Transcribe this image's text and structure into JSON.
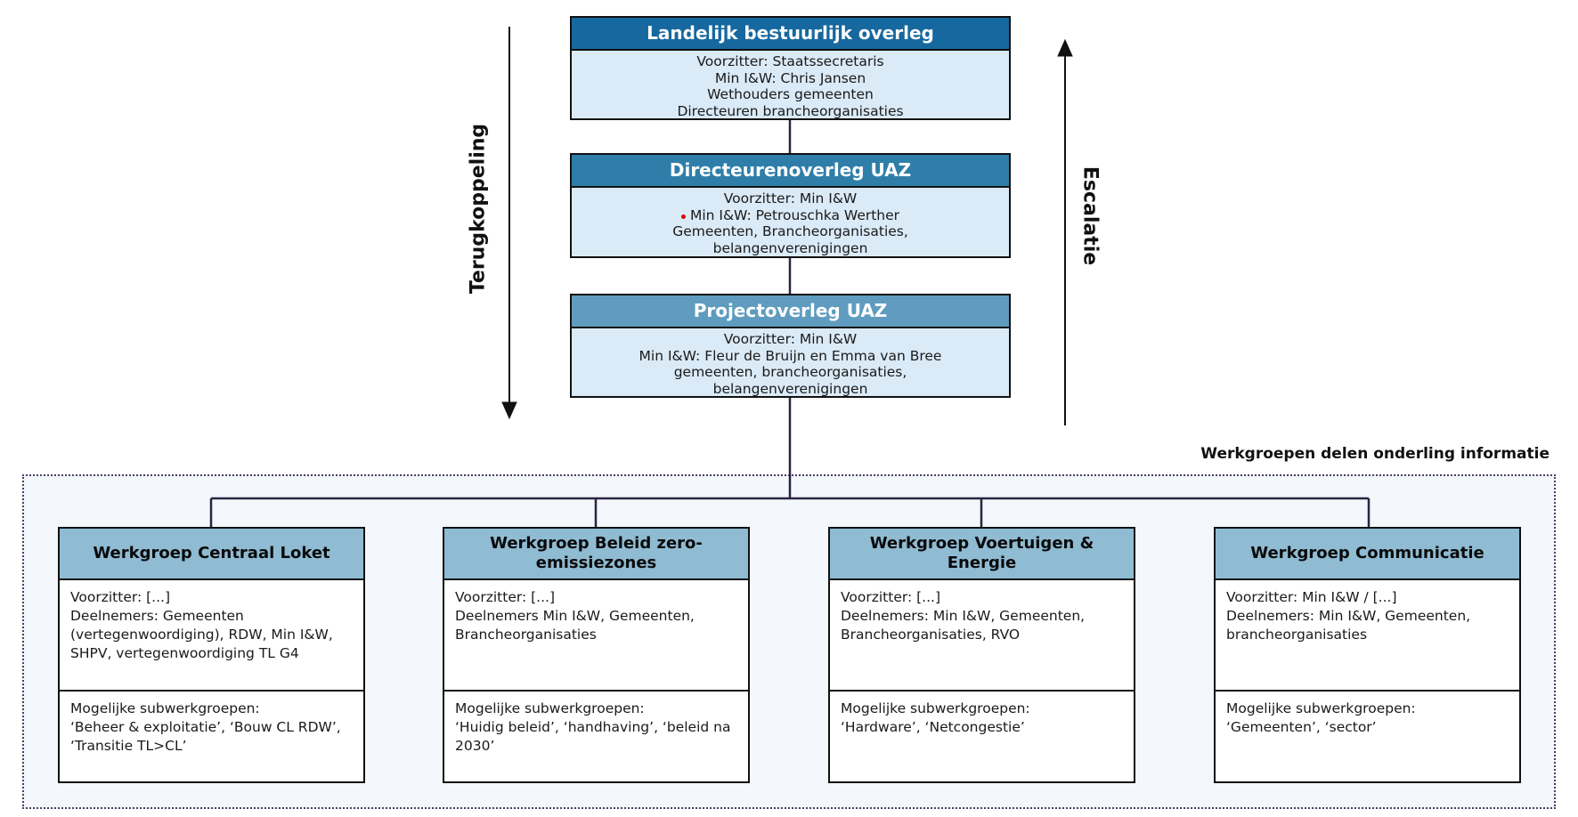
{
  "colors": {
    "header_dark_blue": "#16689e",
    "header_medium_blue": "#2f7ea9",
    "header_steel_blue": "#5f9cbf",
    "overleg_body_fill": "#daeaf7",
    "workgroup_header_fill": "#8fbbd3",
    "box_border": "#111111",
    "connector_line": "#2a2440",
    "dashed_border": "#4a3f63",
    "workgroups_area_fill": "#f4f7fb",
    "red_dot": "#dd0000"
  },
  "overleg_boxes": [
    {
      "title": "Landelijk bestuurlijk overleg",
      "lines": [
        "Voorzitter: Staatssecretaris",
        "Min I&W: Chris Jansen",
        "Wethouders gemeenten",
        "Directeuren brancheorganisaties"
      ]
    },
    {
      "title": "Directeurenoverleg UAZ",
      "lines": [
        "Voorzitter: Min I&W",
        "Min I&W: Petrouschka Werther",
        "Gemeenten, Brancheorganisaties,",
        "belangenverenigingen"
      ]
    },
    {
      "title": "Projectoverleg UAZ",
      "lines": [
        "Voorzitter: Min I&W",
        "Min I&W: Fleur de Bruijn en Emma van Bree",
        "gemeenten, brancheorganisaties,",
        "belangenverenigingen"
      ]
    }
  ],
  "side_labels": {
    "left": "Terugkoppeling",
    "right": "Escalatie"
  },
  "workgroups_section": {
    "banner": "Werkgroepen delen onderling informatie",
    "groups": [
      {
        "title": "Werkgroep Centraal Loket",
        "voorzitter": "Voorzitter: [...]",
        "deelnemers": "Deelnemers: Gemeenten (vertegenwoordiging), RDW, Min I&W, SHPV, vertegenwoordiging TL G4",
        "sub_title": "Mogelijke subwerkgroepen:",
        "sub_items": "‘Beheer & exploitatie’, ‘Bouw CL RDW’, ‘Transitie TL>CL’"
      },
      {
        "title": "Werkgroep Beleid zero-emissiezones",
        "voorzitter": "Voorzitter: [...]",
        "deelnemers": "Deelnemers Min I&W, Gemeenten, Brancheorganisaties",
        "sub_title": "Mogelijke subwerkgroepen:",
        "sub_items": "‘Huidig beleid’, ‘handhaving’, ‘beleid na 2030’"
      },
      {
        "title": "Werkgroep Voertuigen & Energie",
        "voorzitter": "Voorzitter: [...]",
        "deelnemers": "Deelnemers: Min I&W, Gemeenten, Brancheorganisaties, RVO",
        "sub_title": "Mogelijke subwerkgroepen:",
        "sub_items": "‘Hardware’, ‘Netcongestie’"
      },
      {
        "title": "Werkgroep Communicatie",
        "voorzitter": "Voorzitter: Min I&W / [...]",
        "deelnemers": "Deelnemers: Min I&W, Gemeenten, brancheorganisaties",
        "sub_title": "Mogelijke subwerkgroepen:",
        "sub_items": "‘Gemeenten’, ‘sector’"
      }
    ]
  }
}
